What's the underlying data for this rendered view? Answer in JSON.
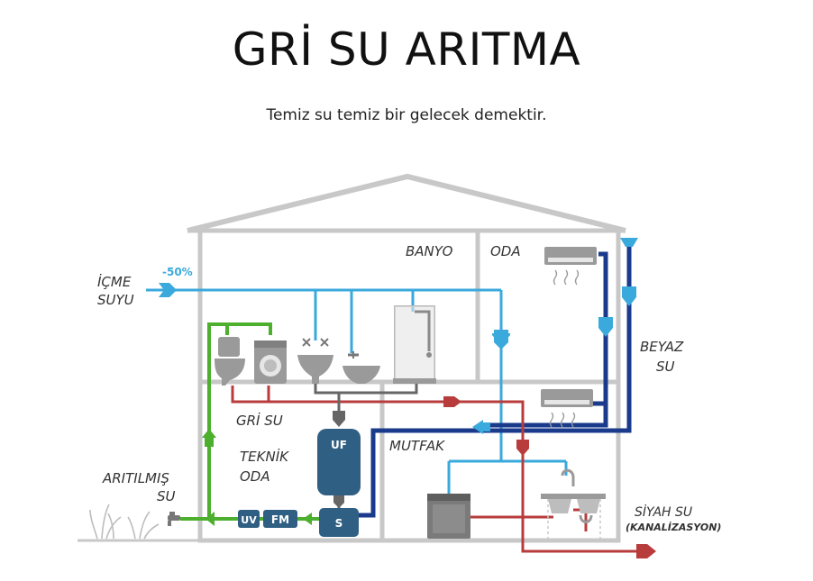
{
  "header": {
    "title": "GRİ SU ARITMA",
    "subtitle": "Temiz su temiz bir gelecek demektir."
  },
  "labels": {
    "banyo": "BANYO",
    "oda": "ODA",
    "icme_line1": "İÇME",
    "icme_line2": "SUYU",
    "percent": "-50%",
    "beyaz_line1": "BEYAZ",
    "beyaz_line2": "SU",
    "gri_su": "GRİ SU",
    "teknik_line1": "TEKNİK",
    "teknik_line2": "ODA",
    "mutfak": "MUTFAK",
    "aritilmis_line1": "ARITILMIŞ",
    "aritilmis_line2": "SU",
    "siyah_su": "SİYAH SU",
    "kanalizasyon": "(KANALİZASYON)"
  },
  "components": {
    "uf": "UF",
    "s": "S",
    "fm": "FM",
    "uv": "UV"
  },
  "colors": {
    "potable": "#3aa9dc",
    "white_water": "#1a3a8c",
    "grey_water": "#b83c3c",
    "treated": "#4caf2e",
    "drain": "#666666",
    "unit": "#2f5f82",
    "wall": "#c8c8c8"
  }
}
